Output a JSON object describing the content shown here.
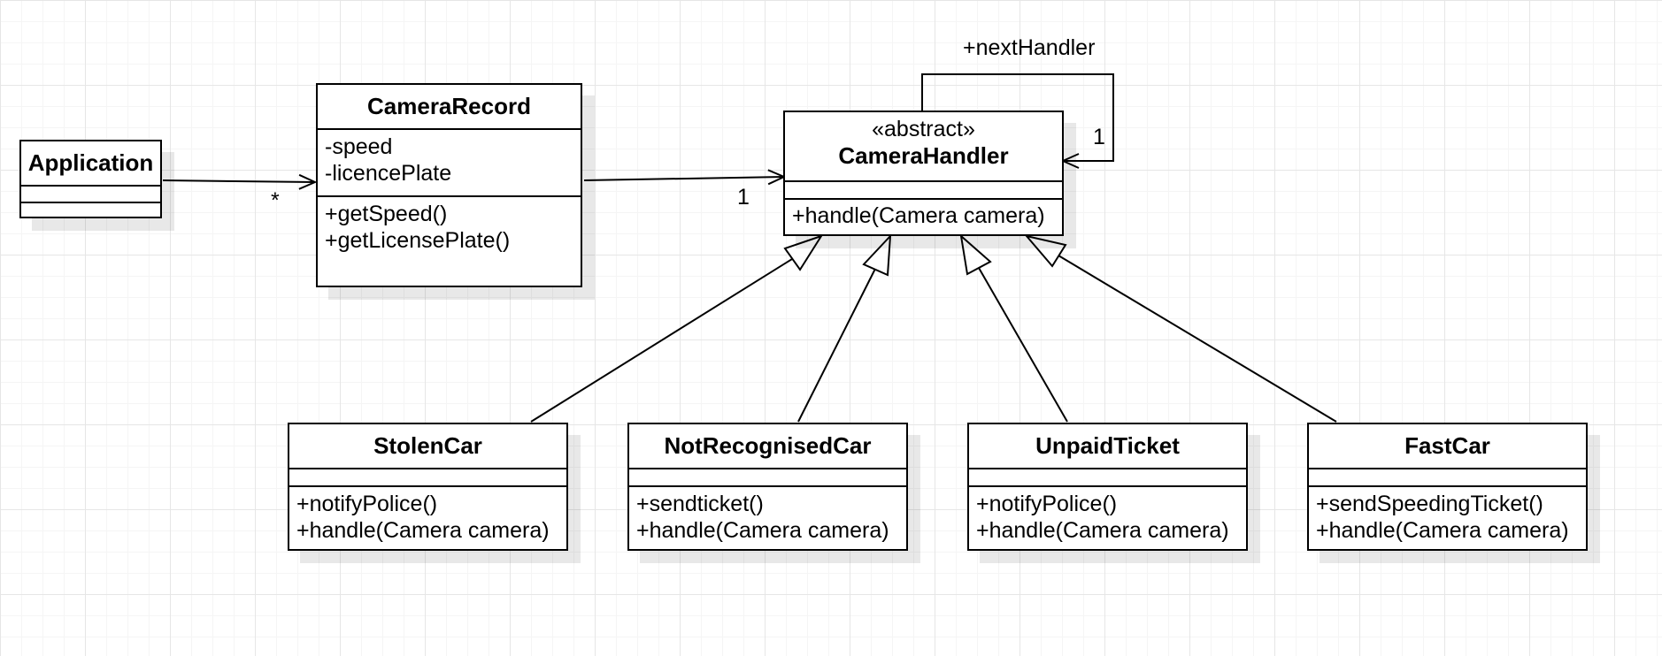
{
  "classes": {
    "application": {
      "name": "Application",
      "attributes": [],
      "operations": []
    },
    "camera_record": {
      "name": "CameraRecord",
      "attributes": [
        "-speed",
        "-licencePlate"
      ],
      "operations": [
        "+getSpeed()",
        "+getLicensePlate()"
      ]
    },
    "camera_handler": {
      "stereotype": "«abstract»",
      "name": "CameraHandler",
      "attributes": [],
      "operations": [
        "+handle(Camera camera)"
      ]
    },
    "stolen_car": {
      "name": "StolenCar",
      "attributes": [],
      "operations": [
        "+notifyPolice()",
        "+handle(Camera camera)"
      ]
    },
    "not_recognised_car": {
      "name": "NotRecognisedCar",
      "attributes": [],
      "operations": [
        "+sendticket()",
        "+handle(Camera camera)"
      ]
    },
    "unpaid_ticket": {
      "name": "UnpaidTicket",
      "attributes": [],
      "operations": [
        "+notifyPolice()",
        "+handle(Camera camera)"
      ]
    },
    "fast_car": {
      "name": "FastCar",
      "attributes": [],
      "operations": [
        "+sendSpeedingTicket()",
        "+handle(Camera camera)"
      ]
    }
  },
  "relations": {
    "application_to_record": {
      "type": "association",
      "from": "Application",
      "to": "CameraRecord",
      "multiplicity": "*"
    },
    "record_to_handler": {
      "type": "association",
      "from": "CameraRecord",
      "to": "CameraHandler",
      "multiplicity": "1"
    },
    "handler_self": {
      "type": "association",
      "from": "CameraHandler",
      "to": "CameraHandler",
      "role": "+nextHandler",
      "multiplicity": "1"
    },
    "generalizations": [
      {
        "type": "generalization",
        "from": "StolenCar",
        "to": "CameraHandler"
      },
      {
        "type": "generalization",
        "from": "NotRecognisedCar",
        "to": "CameraHandler"
      },
      {
        "type": "generalization",
        "from": "UnpaidTicket",
        "to": "CameraHandler"
      },
      {
        "type": "generalization",
        "from": "FastCar",
        "to": "CameraHandler"
      }
    ]
  },
  "colors": {
    "stroke": "#000000",
    "fill": "#ffffff",
    "grid": "#e6e6e6",
    "shadow": "rgba(0,0,0,0.09)"
  }
}
